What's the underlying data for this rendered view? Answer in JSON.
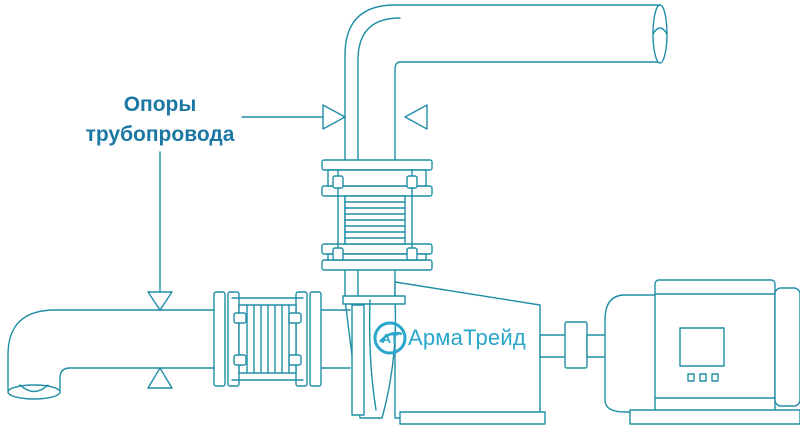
{
  "callout": {
    "line1": "Опоры",
    "line2": "трубопровода"
  },
  "brand": {
    "logo_letters": "АТ",
    "name": "АрмаТрейд"
  },
  "colors": {
    "line": "#1f8ea6",
    "text": "#1c78a3",
    "fill": "#ffffff",
    "logo": "#2aa6cc"
  }
}
